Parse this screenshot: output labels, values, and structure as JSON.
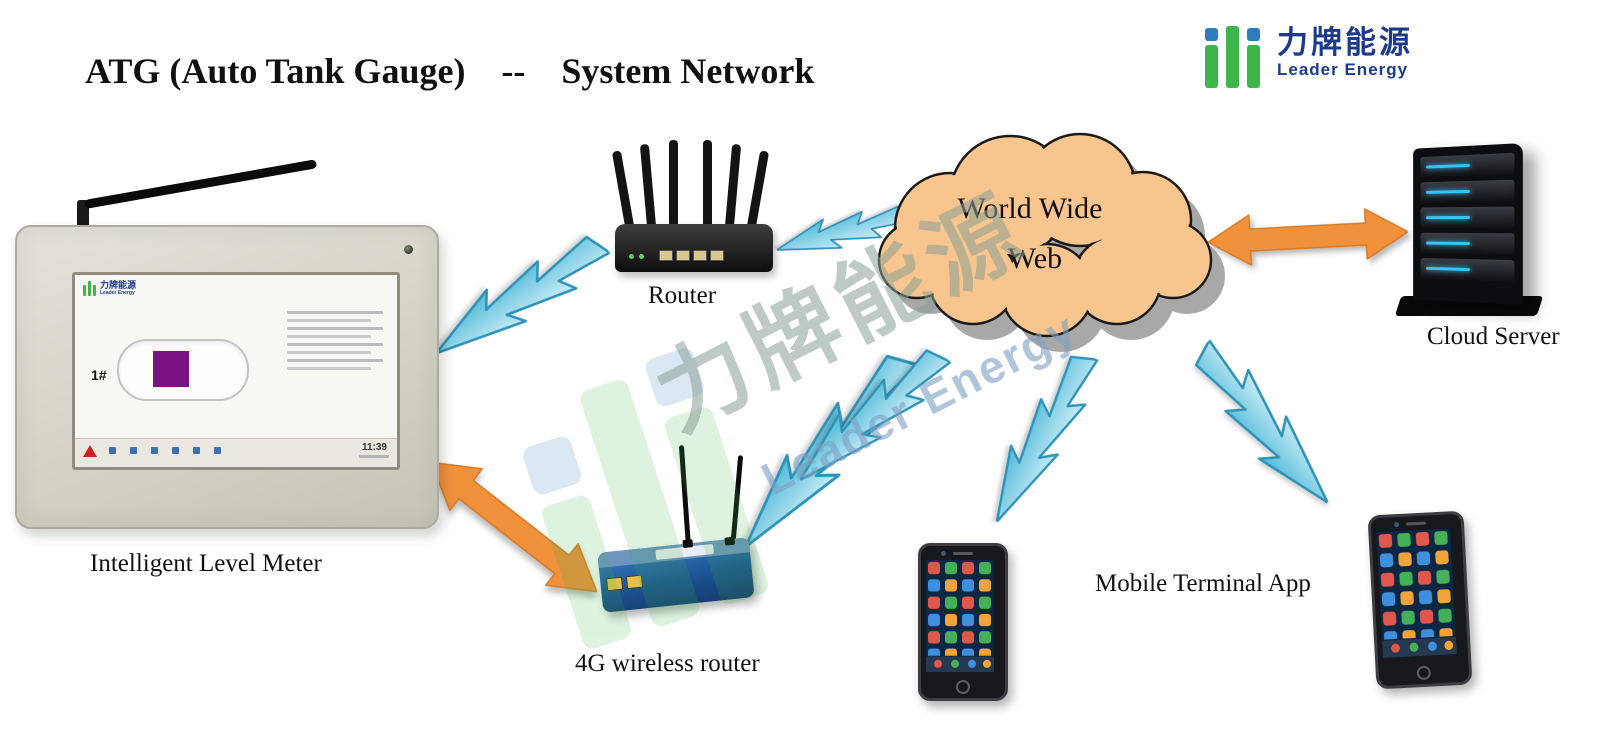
{
  "title": "ATG (Auto Tank Gauge)    --    System Network",
  "brand": {
    "name_cn": "力牌能源",
    "name_en": "Leader Energy"
  },
  "watermark": {
    "cn": "力牌能源",
    "en": "Leader Energy"
  },
  "nodes": {
    "level_meter": {
      "label": "Intelligent Level Meter",
      "screen": {
        "tank_id": "1#",
        "time": "11:39"
      }
    },
    "router": {
      "label": "Router"
    },
    "router_4g": {
      "label": "4G wireless router"
    },
    "cloud": {
      "line1": "World Wide",
      "line2": "Web"
    },
    "cloud_server": {
      "label": "Cloud Server"
    },
    "mobile_app": {
      "label": "Mobile Terminal App"
    }
  },
  "colors": {
    "bolt_fill": "#8ed4e9",
    "bolt_stroke": "#2e93b8",
    "arrow_orange": "#f1913c",
    "cloud_fill": "#f8c58e",
    "cloud_outline": "#1a1a1a",
    "cloud_shadow": "#9a9a9a",
    "brand_green": "#3cb54a",
    "brand_blue": "#2f7bc0",
    "brand_navy": "#1d3b8d"
  }
}
